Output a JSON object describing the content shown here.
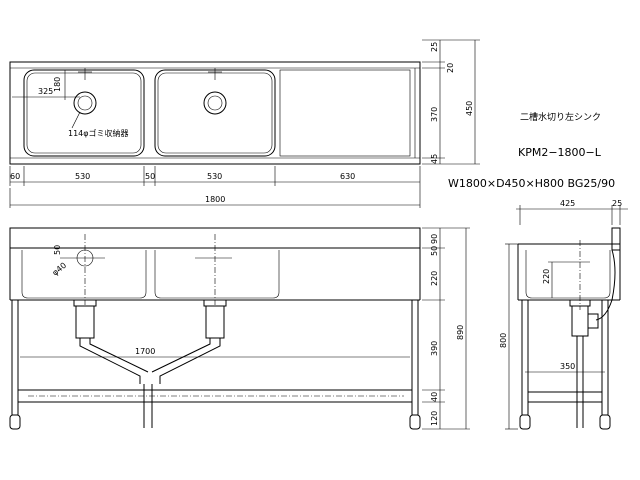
{
  "product": {
    "title": "二槽水切り左シンク",
    "model": "KPM2−1800−L",
    "spec": "W1800×D450×H800  BG25/90"
  },
  "plan_view": {
    "dims_top": [
      "60",
      "530",
      "50",
      "530",
      "630"
    ],
    "overall_width": "1800",
    "dims_right": [
      "25",
      "20",
      "370",
      "45",
      "450"
    ],
    "left_vertical": "180",
    "left_offset": "325",
    "drain_note": "114φゴミ収納器"
  },
  "front_view": {
    "dims_right": [
      "90",
      "50",
      "220",
      "390",
      "40",
      "120"
    ],
    "overall_height": "890",
    "bowl_label_50": "50",
    "drain_dia": "φ40",
    "pipe_span": "1700"
  },
  "side_view": {
    "width": "425",
    "backguard": "25",
    "bowl_depth": "220",
    "height": "800",
    "leg_span": "350"
  }
}
